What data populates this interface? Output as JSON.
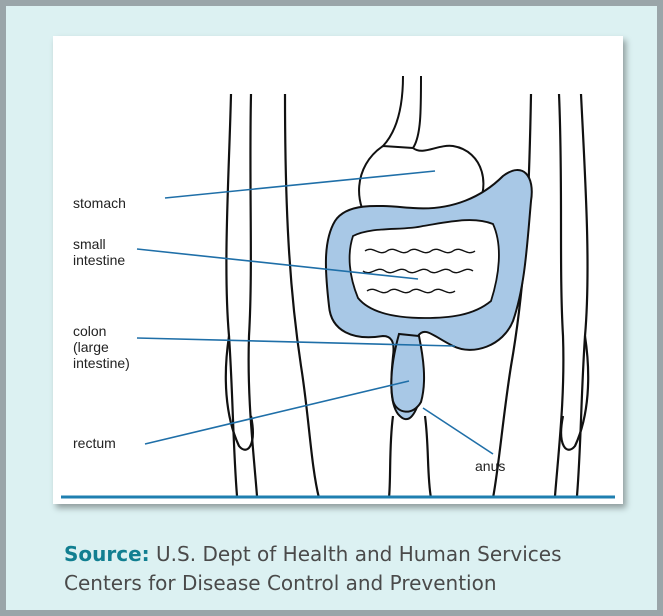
{
  "diagram": {
    "labels": {
      "stomach": "stomach",
      "small_intestine_line1": "small",
      "small_intestine_line2": "intestine",
      "colon_line1": "colon",
      "colon_line2": "(large",
      "colon_line3": "intestine)",
      "rectum": "rectum",
      "anus": "anus"
    },
    "colors": {
      "organ_fill": "#a8c8e6",
      "pointer_line": "#1f6fa8",
      "ground_line": "#1f7fb0",
      "outline": "#111111"
    }
  },
  "caption": {
    "source_label": "Source:",
    "line1": "U.S. Dept of Health and Human Services",
    "line2": "Centers for Disease Control and Prevention"
  },
  "colors": {
    "panel_bg": "#dcf1f2",
    "border": "#9aa5a9",
    "source_label": "#117f91"
  }
}
